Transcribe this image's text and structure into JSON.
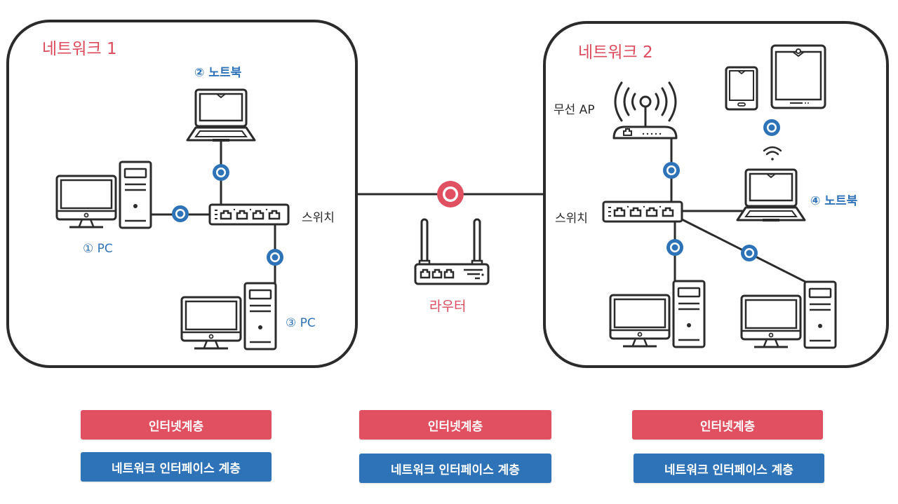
{
  "colors": {
    "accent_red": "#e05060",
    "accent_blue": "#2e73b7",
    "line": "#2b2b2b"
  },
  "networks": [
    {
      "title": "네트워크 1",
      "switch_label": "스위치",
      "devices": [
        {
          "label": "① PC",
          "type": "desktop-pc"
        },
        {
          "label": "② 노트북",
          "type": "laptop"
        },
        {
          "label": "③ PC",
          "type": "desktop-pc"
        }
      ]
    },
    {
      "title": "네트워크 2",
      "switch_label": "스위치",
      "ap_label": "무선 AP",
      "devices": [
        {
          "label": "④ 노트북",
          "type": "laptop"
        },
        {
          "label": "",
          "type": "smartphone"
        },
        {
          "label": "",
          "type": "tablet"
        },
        {
          "label": "",
          "type": "desktop-pc"
        },
        {
          "label": "",
          "type": "desktop-pc"
        }
      ]
    }
  ],
  "router": {
    "label": "라우터"
  },
  "layer_stacks": [
    {
      "internet": "인터넷계층",
      "netif": "네트워크 인터페이스 계층"
    },
    {
      "internet": "인터넷계층",
      "netif": "네트워크 인터페이스 계층"
    },
    {
      "internet": "인터넷계층",
      "netif": "네트워크 인터페이스 계층"
    }
  ]
}
